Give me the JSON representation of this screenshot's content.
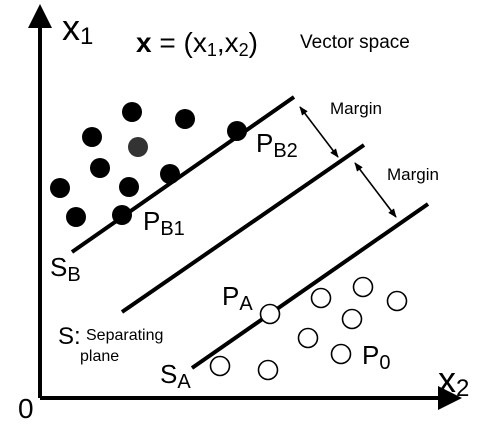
{
  "axes": {
    "y_label_main": "x",
    "y_label_sub": "1",
    "x_label_main": "x",
    "x_label_sub": "2",
    "origin": "0"
  },
  "formula": {
    "bold_x": "x",
    "equals_open": " = (x",
    "sub1": "1",
    "comma_x": ",x",
    "sub2": "2",
    "close": ")",
    "caption": "Vector space"
  },
  "labels": {
    "margin_top": "Margin",
    "margin_bottom": "Margin",
    "pb2_main": "P",
    "pb2_sub": "B2",
    "pb1_main": "P",
    "pb1_sub": "B1",
    "pa_main": "P",
    "pa_sub": "A",
    "p0_main": "P",
    "p0_sub": "0",
    "sb_main": "S",
    "sb_sub": "B",
    "sa_main": "S",
    "sa_sub": "A",
    "s_label": "S:",
    "separating_line1": "Separating",
    "separating_line2": "plane"
  },
  "colors": {
    "ink": "#000000",
    "special_point": "#333333",
    "background": "#ffffff"
  }
}
